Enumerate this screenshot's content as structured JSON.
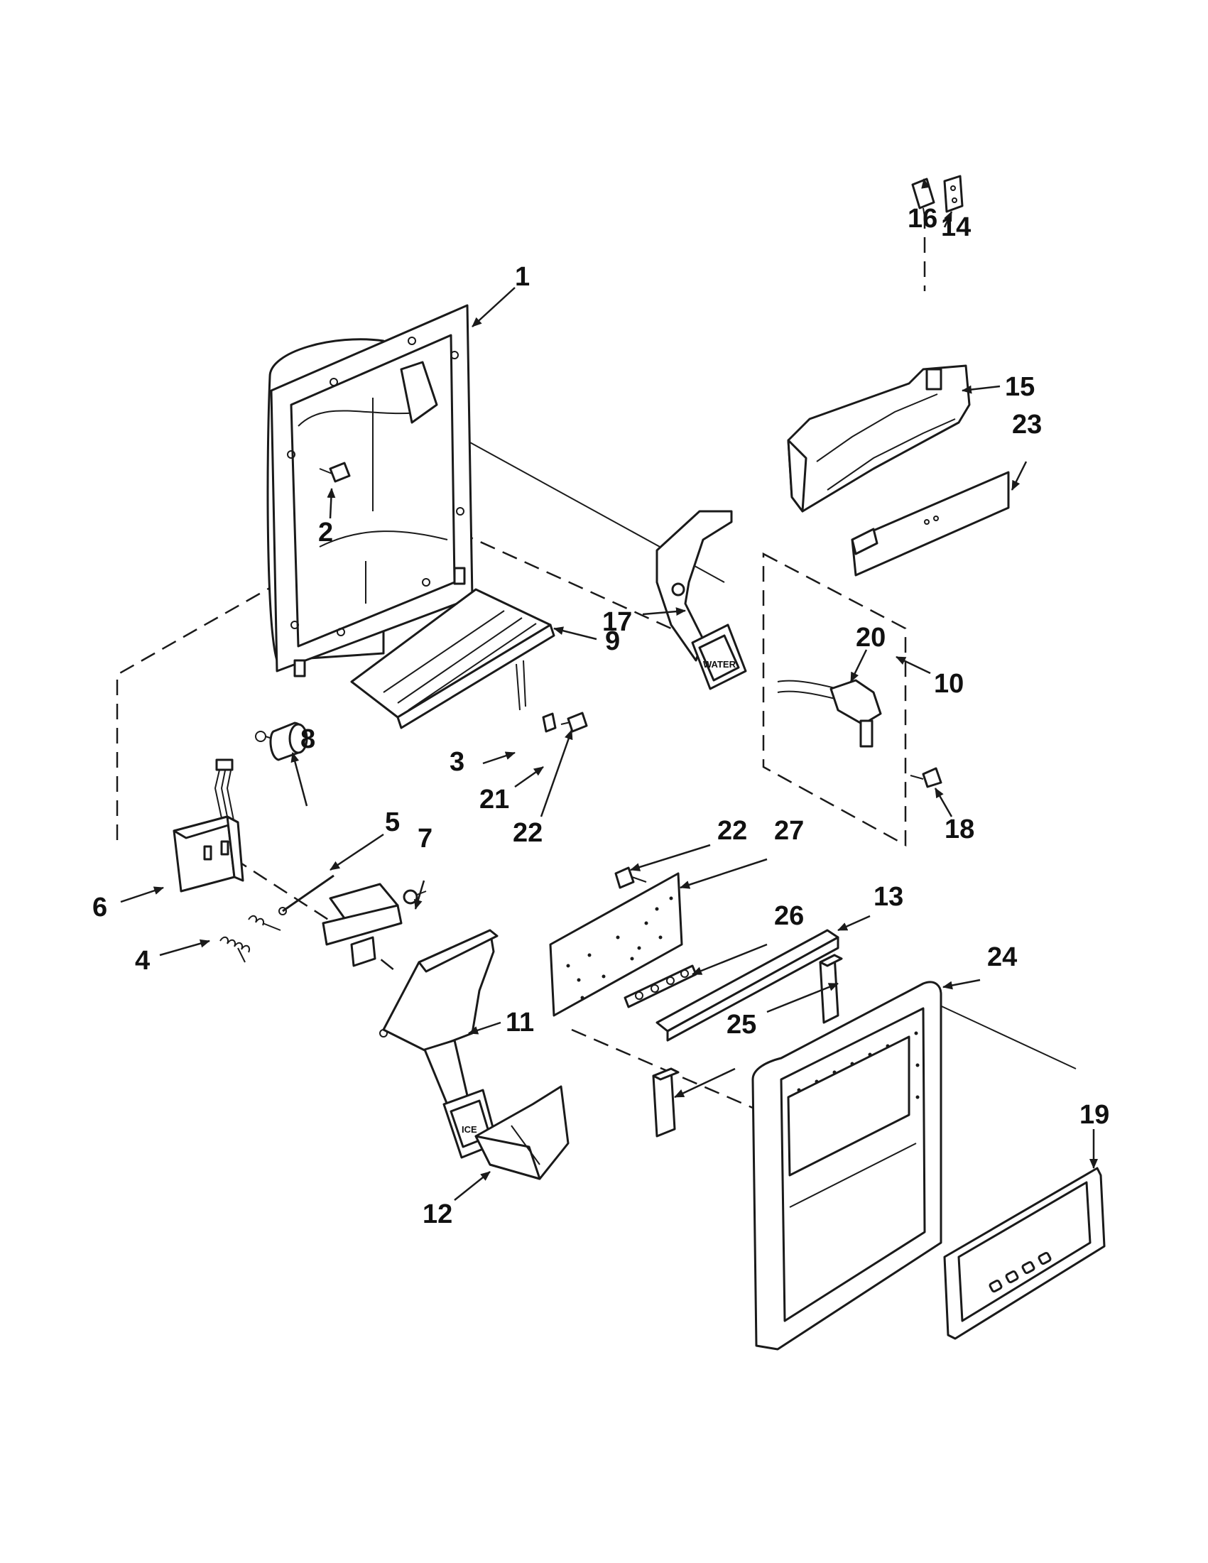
{
  "diagram": {
    "callouts": [
      "1",
      "2",
      "3",
      "4",
      "5",
      "6",
      "7",
      "8",
      "9",
      "10",
      "11",
      "12",
      "13",
      "14",
      "15",
      "16",
      "17",
      "18",
      "19",
      "20",
      "21",
      "22",
      "22",
      "23",
      "24",
      "25",
      "26",
      "27"
    ],
    "button_labels": {
      "water": "WATER",
      "ice": "ICE"
    }
  }
}
